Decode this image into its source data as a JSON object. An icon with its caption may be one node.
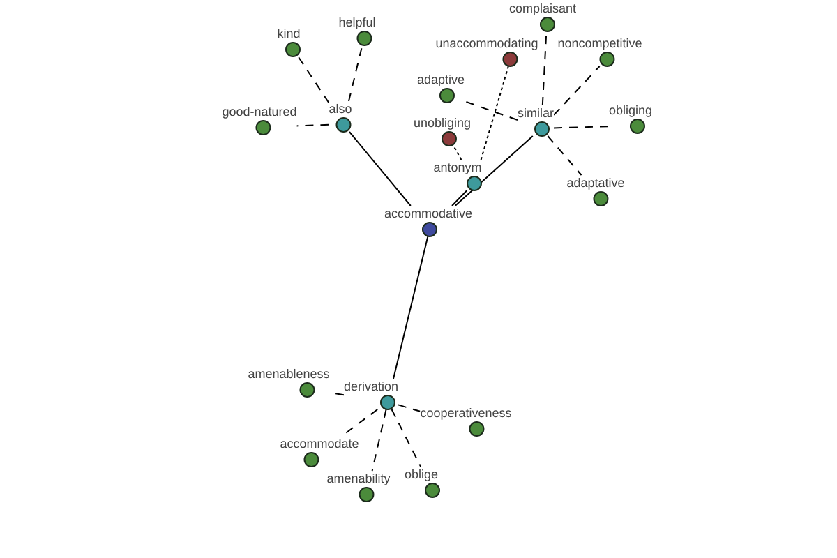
{
  "diagram": {
    "nodes": [
      {
        "text": [
          "accommodative"
        ]
      },
      {
        "text": [
          "also"
        ]
      },
      {
        "text": [
          "antonym"
        ]
      },
      {
        "text": [
          "similar"
        ]
      },
      {
        "text": [
          "derivation"
        ]
      },
      {
        "text": [
          "kind"
        ]
      },
      {
        "text": [
          "helpful"
        ]
      },
      {
        "text": [
          "good-natured"
        ]
      },
      {
        "text": [
          "complaisant"
        ]
      },
      {
        "text": [
          "noncompetitive"
        ]
      },
      {
        "text": [
          "adaptive"
        ]
      },
      {
        "text": [
          "obliging"
        ]
      },
      {
        "text": [
          "adaptative"
        ]
      },
      {
        "text": [
          "unaccommodating"
        ]
      },
      {
        "text": [
          "unobliging"
        ]
      },
      {
        "text": [
          "amenableness"
        ]
      },
      {
        "text": [
          "cooperativeness"
        ]
      },
      {
        "text": [
          "accommodate"
        ]
      },
      {
        "text": [
          "amenability"
        ]
      },
      {
        "text": [
          "oblige"
        ]
      }
    ],
    "edges": [
      {
        "from": 0,
        "to": 1,
        "arrow": "none"
      },
      {
        "from": 0,
        "to": 2,
        "arrow": "none"
      },
      {
        "from": 0,
        "to": 3,
        "arrow": "none"
      },
      {
        "from": 0,
        "to": 4,
        "arrow": "none"
      },
      {
        "from": 1,
        "to": 5,
        "arrow": "none",
        "style": "dashed"
      },
      {
        "from": 1,
        "to": 6,
        "arrow": "none",
        "style": "dashed"
      },
      {
        "from": 1,
        "to": 7,
        "arrow": "none",
        "style": "dashed"
      },
      {
        "from": 3,
        "to": 8,
        "arrow": "none",
        "style": "dashed"
      },
      {
        "from": 3,
        "to": 9,
        "arrow": "none",
        "style": "dashed"
      },
      {
        "from": 3,
        "to": 10,
        "arrow": "none",
        "style": "dashed"
      },
      {
        "from": 3,
        "to": 11,
        "arrow": "none",
        "style": "dashed"
      },
      {
        "from": 3,
        "to": 12,
        "arrow": "none",
        "style": "dashed"
      },
      {
        "from": 2,
        "to": 13,
        "arrow": "none",
        "style": "dashed"
      },
      {
        "from": 2,
        "to": 14,
        "arrow": "none",
        "style": "dashed"
      },
      {
        "from": 4,
        "to": 15,
        "arrow": "none",
        "style": "dashed"
      },
      {
        "from": 4,
        "to": 16,
        "arrow": "none",
        "style": "dashed"
      },
      {
        "from": 4,
        "to": 17,
        "arrow": "none",
        "style": "dashed"
      },
      {
        "from": 4,
        "to": 18,
        "arrow": "none",
        "style": "dashed"
      },
      {
        "from": 4,
        "to": 19,
        "arrow": "none",
        "style": "dashed"
      }
    ]
  }
}
